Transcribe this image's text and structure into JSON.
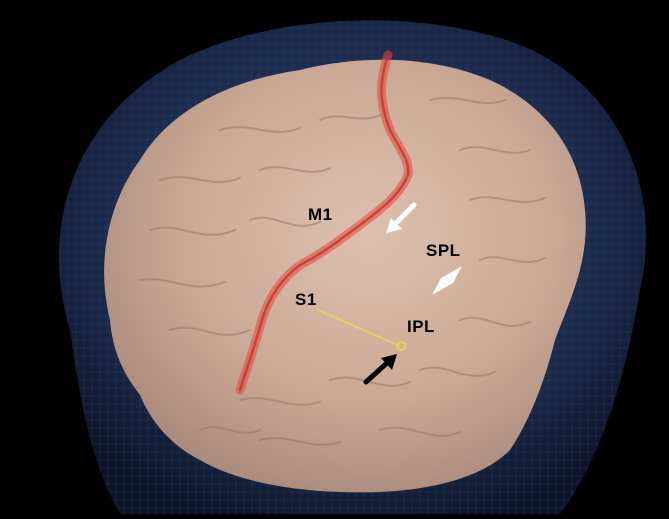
{
  "figure": {
    "labels": {
      "m1": "M1",
      "s1": "S1",
      "spl": "SPL",
      "ipl": "IPL"
    },
    "markers": {
      "white_arrow": "white-arrow-icon",
      "white_arrowhead": "white-arrowhead-icon",
      "black_arrow": "black-arrow-icon"
    },
    "colors": {
      "background": "#000000",
      "head_surface": "#1b2a4a",
      "brain": "#cdae9c",
      "central_sulcus_highlight": "#e8463a",
      "measurement_line": "#e2d455"
    }
  }
}
